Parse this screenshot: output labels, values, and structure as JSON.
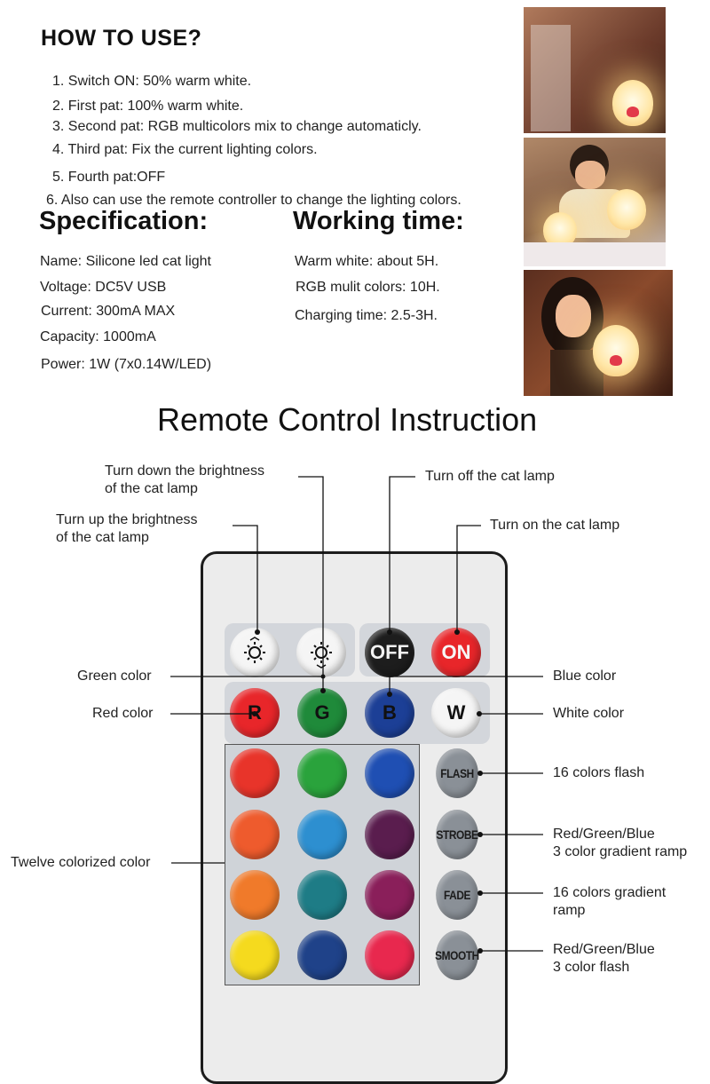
{
  "how_to_use": {
    "title": "HOW TO USE?",
    "steps": [
      "1. Switch ON: 50% warm white.",
      "2. First pat: 100% warm white.",
      "3. Second pat: RGB multicolors mix to change automaticly.",
      "4. Third pat: Fix the current lighting colors.",
      "5. Fourth pat:OFF",
      "6. Also can use the remote controller to change the lighting colors."
    ]
  },
  "specification": {
    "title": "Specification:",
    "items": [
      "Name: Silicone led cat light",
      "Voltage: DC5V  USB",
      "Current: 300mA MAX",
      "Capacity: 1000mA",
      "Power: 1W (7x0.14W/LED)"
    ]
  },
  "working_time": {
    "title": "Working time:",
    "items": [
      "Warm white: about 5H.",
      "RGB mulit colors: 10H.",
      "Charging time: 2.5-3H."
    ]
  },
  "remote": {
    "title": "Remote Control Instruction",
    "labels": {
      "brightness_down_1": "Turn down the brightness",
      "brightness_down_2": "of the  cat  lamp",
      "brightness_up_1": "Turn up the brightness",
      "brightness_up_2": "of the  cat  lamp",
      "turn_off": "Turn off the  cat  lamp",
      "turn_on": "Turn on the  cat  lamp",
      "green": "Green color",
      "red": "Red color",
      "blue": "Blue color",
      "white": "White color",
      "twelve": "Twelve colorized color",
      "flash": "16 colors flash",
      "strobe_1": "Red/Green/Blue",
      "strobe_2": "3 color gradient ramp",
      "fade_1": "16 colors gradient",
      "fade_2": "ramp",
      "smooth_1": "Red/Green/Blue",
      "smooth_2": "3 color flash"
    },
    "buttons": {
      "off": "OFF",
      "on": "ON",
      "r": "R",
      "g": "G",
      "b": "B",
      "w": "W",
      "flash": "FLASH",
      "strobe": "STROBE",
      "fade": "FADE",
      "smooth": "SMOOTH"
    },
    "colors": {
      "red": "#e8262a",
      "green": "#1f8a3a",
      "blue": "#1c3f96",
      "off": "#1d1d1d",
      "on": "#e8262a",
      "grid": [
        "#e8342a",
        "#2aa33c",
        "#1f4fb3",
        "#ee5b2d",
        "#2d8fd0",
        "#5a1d4e",
        "#f07a2a",
        "#1e7c86",
        "#8a1f5a",
        "#f5da1e",
        "#1f4289",
        "#e8284e"
      ]
    }
  }
}
